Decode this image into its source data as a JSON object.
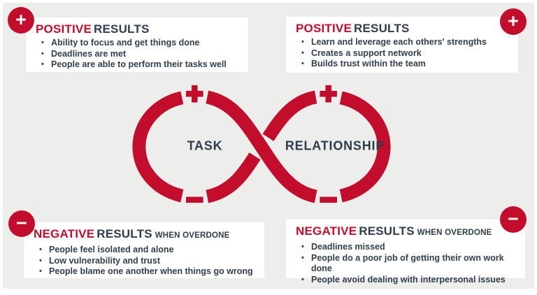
{
  "colors": {
    "accent_red": "#c20d2d",
    "navy_text": "#2e3d4c",
    "page_background": "#ededec",
    "card_background": "#ffffff"
  },
  "icons": {
    "plus": "+",
    "minus": "−"
  },
  "diagram": {
    "left_loop_label": "TASK",
    "right_loop_label": "RELATIONSHIP"
  },
  "cards": {
    "top_left": {
      "title_accent": "POSITIVE",
      "title_rest": "RESULTS",
      "bullets": [
        "Ability to focus and get things done",
        "Deadlines are met",
        "People are able to perform their tasks well"
      ]
    },
    "top_right": {
      "title_accent": "POSITIVE",
      "title_rest": "RESULTS",
      "bullets": [
        "Learn and leverage each others' strengths",
        "Creates a support network",
        "Builds trust within the team"
      ]
    },
    "bottom_left": {
      "title_accent": "NEGATIVE",
      "title_rest": "RESULTS",
      "qualifier": "WHEN OVERDONE",
      "bullets": [
        "People feel isolated and alone",
        "Low vulnerability and trust",
        "People blame one another when things go wrong"
      ]
    },
    "bottom_right": {
      "title_accent": "NEGATIVE",
      "title_rest": "RESULTS",
      "qualifier": "WHEN OVERDONE",
      "bullets": [
        "Deadlines missed",
        "People do a poor job of getting their own work done",
        "People avoid dealing with interpersonal issues"
      ]
    }
  }
}
